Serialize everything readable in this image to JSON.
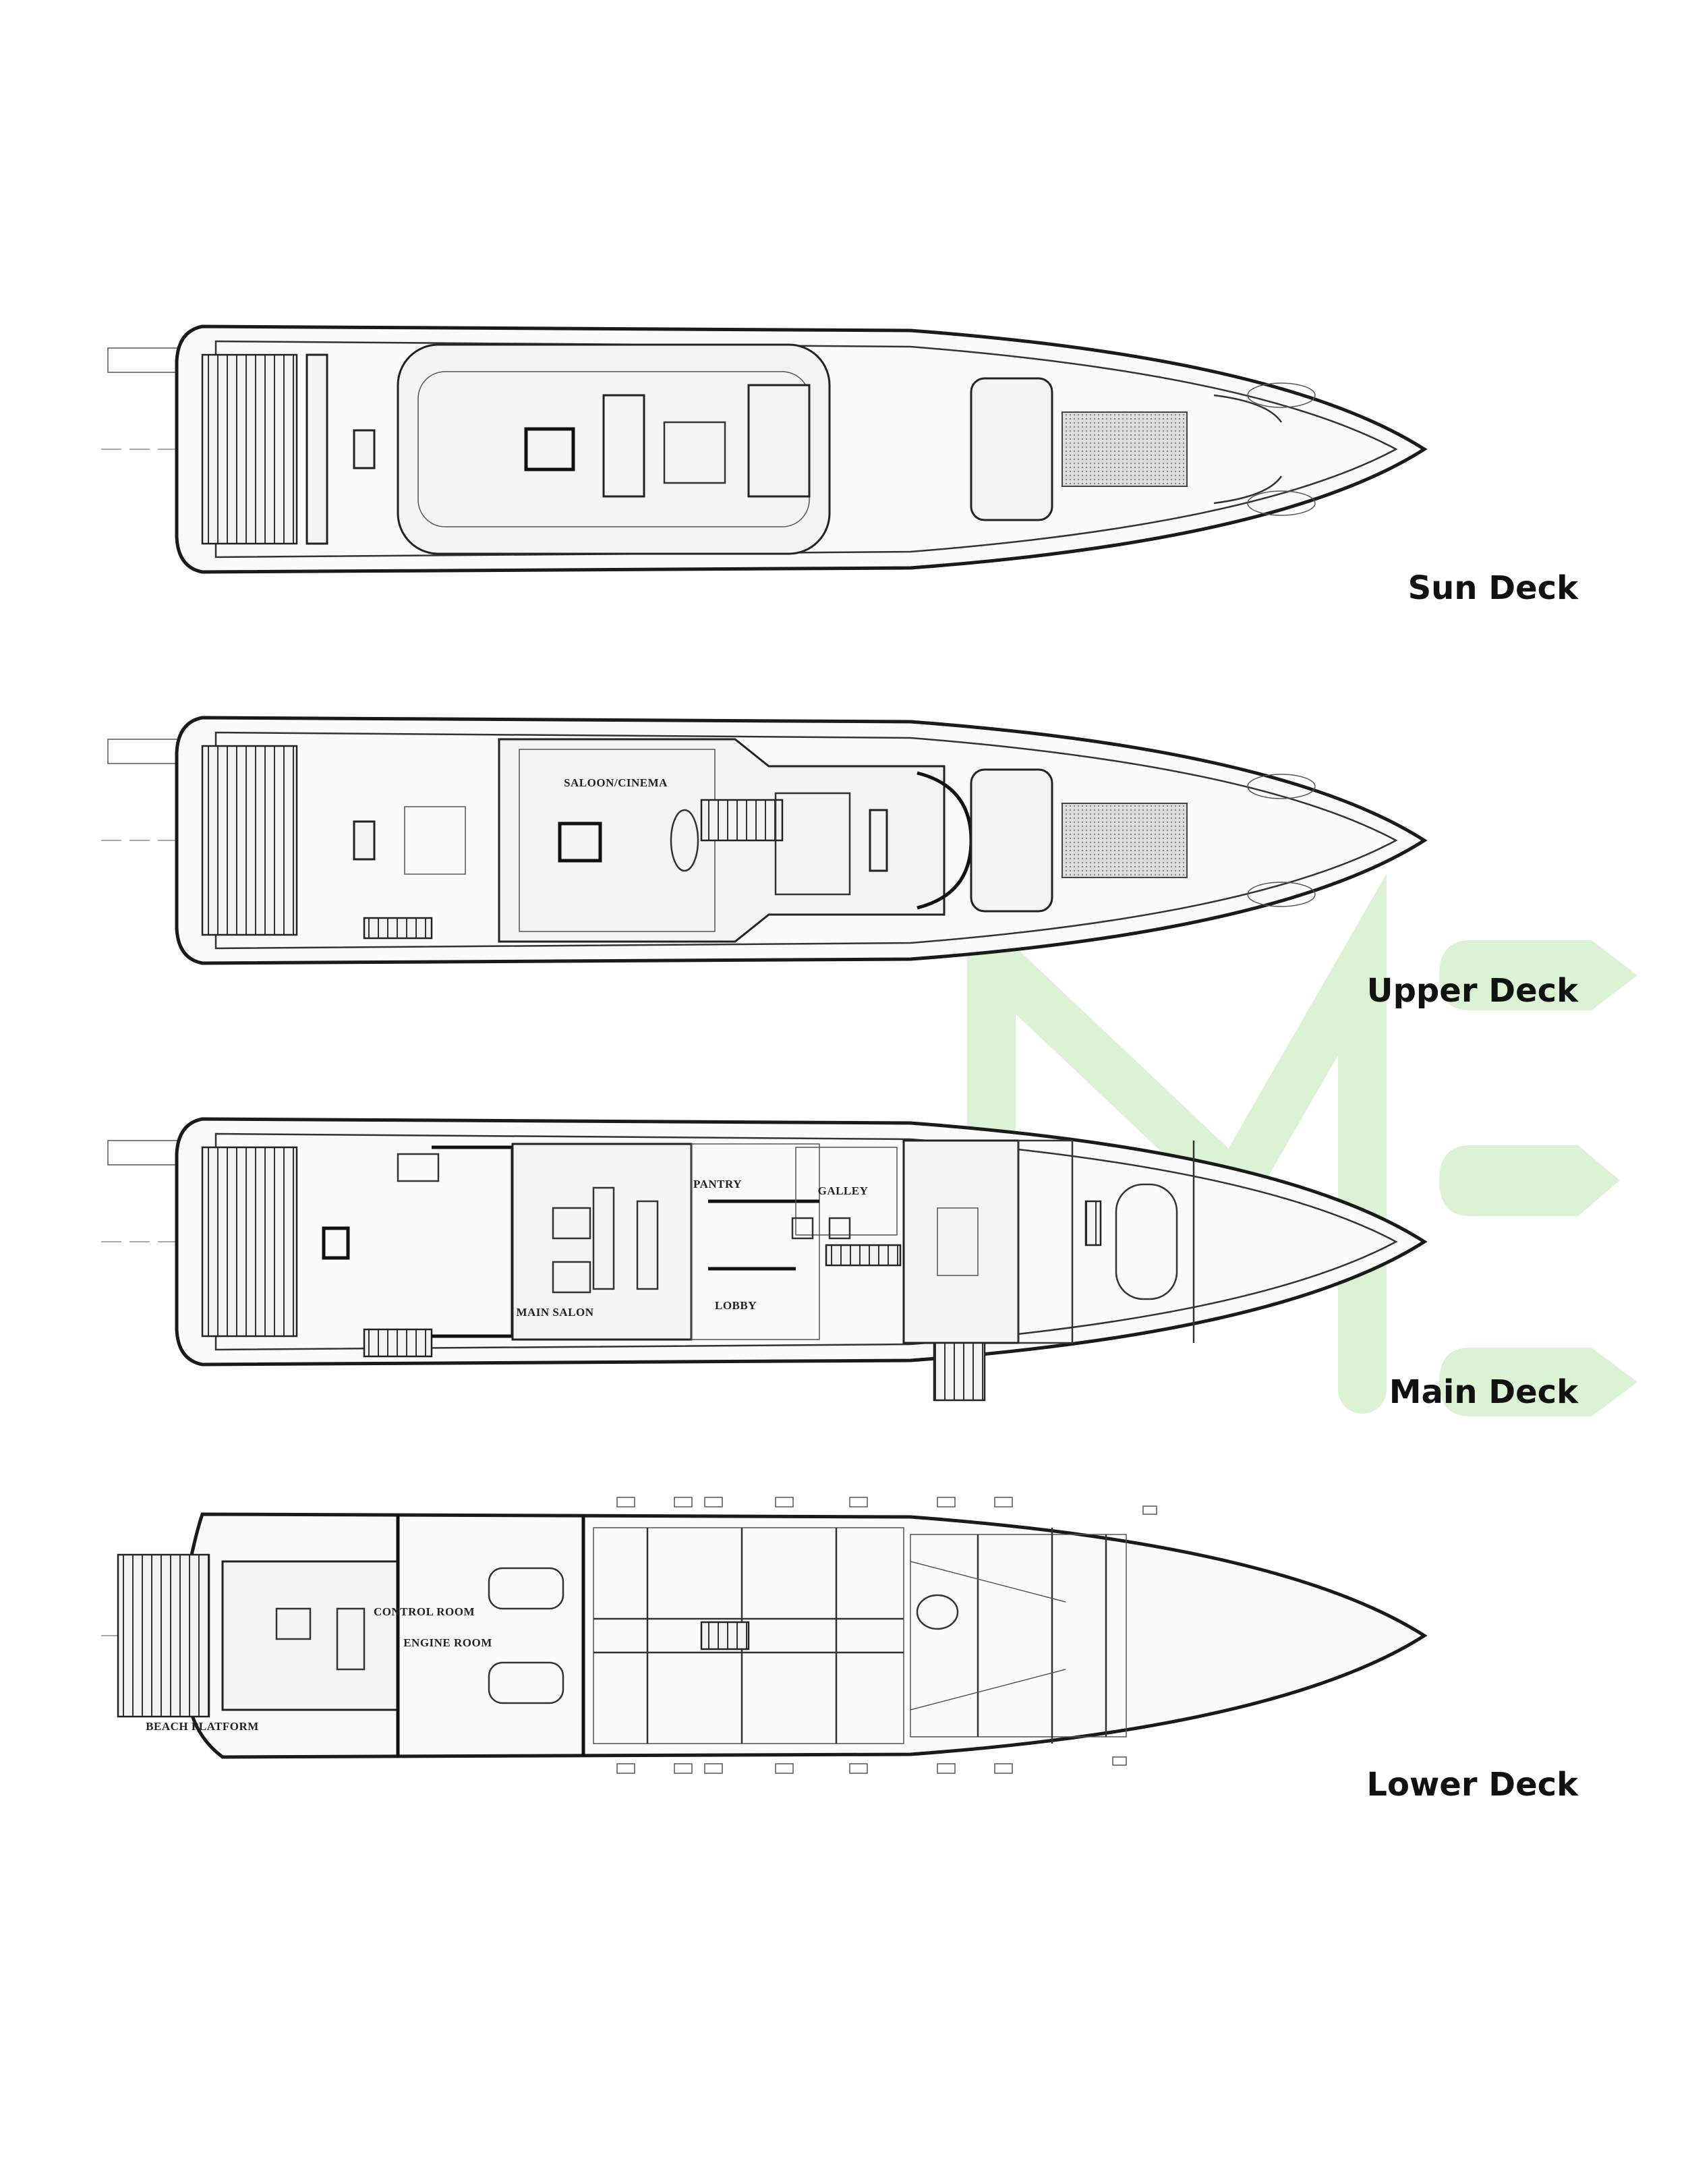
{
  "decks": [
    {
      "name": "Sun Deck",
      "rooms": []
    },
    {
      "name": "Upper Deck",
      "rooms": [
        "SALOON/CINEMA"
      ]
    },
    {
      "name": "Main Deck",
      "rooms": [
        "MAIN SALON",
        "PANTRY",
        "GALLEY",
        "LOBBY"
      ]
    },
    {
      "name": "Lower Deck",
      "rooms": [
        "CONTROL ROOM",
        "ENGINE ROOM",
        "BEACH PLATFORM"
      ]
    }
  ],
  "watermark": {
    "text": "ME",
    "color": "#dcf2d4"
  },
  "colors": {
    "line": "#1a1a1a",
    "deck_fill": "#fbfbfa"
  }
}
